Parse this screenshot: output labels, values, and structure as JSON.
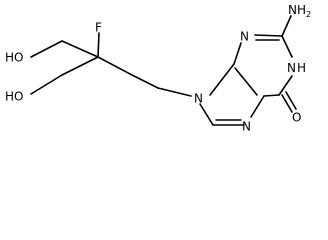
{
  "molecule": {
    "labels": {
      "amino": "NH",
      "amino_subscript": "2",
      "hydroxyl_top": "HO",
      "hydroxyl_bottom": "HO",
      "fluorine": "F",
      "n9": "N",
      "n3": "N",
      "n1": "N",
      "n1_hydrogen": "H",
      "n7": "N",
      "carbonyl_oxygen": "O"
    }
  }
}
